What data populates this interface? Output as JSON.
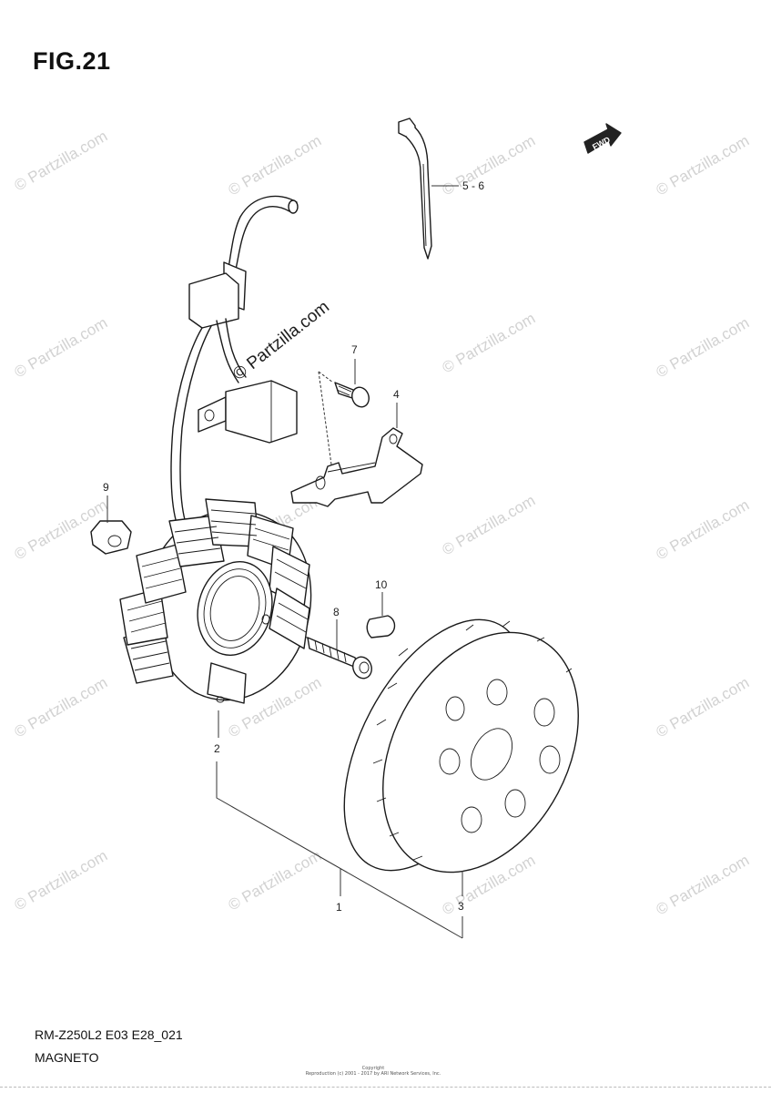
{
  "figure": {
    "title": "FIG.21",
    "model_code": "RM-Z250L2 E03 E28_021",
    "section_name": "MAGNETO",
    "copyright_small_1": "Copyright",
    "copyright_small_2": "Reproduction (c) 2001 - 2017 by ARI Network Services, Inc."
  },
  "fwd_badge": "FWD",
  "watermark_text": "© Partzilla.com",
  "callouts": [
    {
      "id": "1",
      "label": "1"
    },
    {
      "id": "2",
      "label": "2"
    },
    {
      "id": "3",
      "label": "3"
    },
    {
      "id": "4",
      "label": "4"
    },
    {
      "id": "5-6",
      "label": "5 - 6"
    },
    {
      "id": "7",
      "label": "7"
    },
    {
      "id": "8",
      "label": "8"
    },
    {
      "id": "9",
      "label": "9"
    },
    {
      "id": "10",
      "label": "10"
    }
  ],
  "parts_shown": [
    "clamp",
    "stator-wiring-harness",
    "coupler",
    "bracket",
    "bolt",
    "stator",
    "nut",
    "key",
    "rotor"
  ],
  "colors": {
    "line": "#1a1a1a",
    "watermark": "#d2d2d2",
    "background": "#ffffff"
  }
}
